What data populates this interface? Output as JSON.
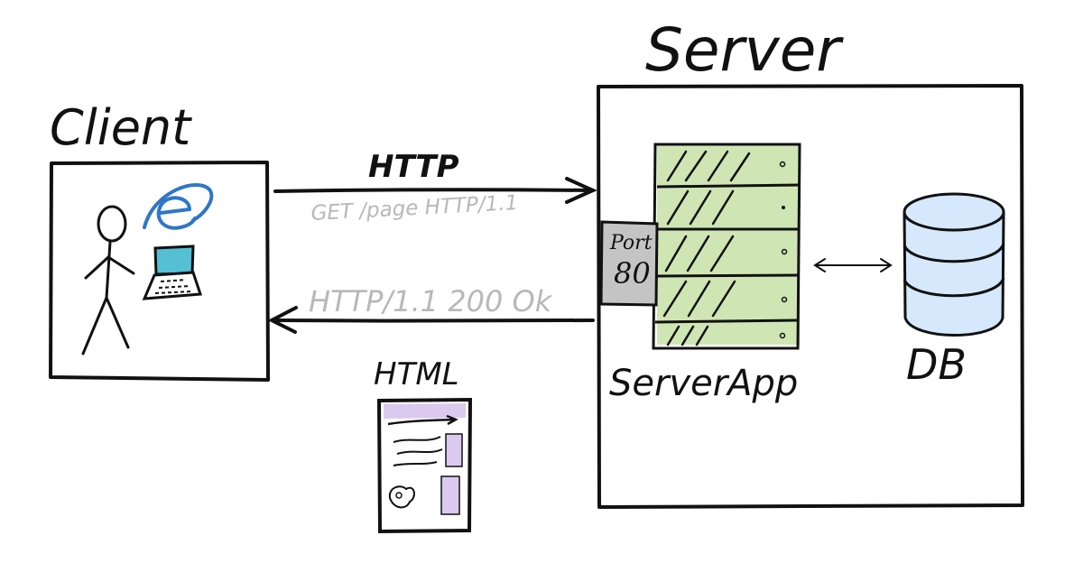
{
  "client": {
    "title": "Client"
  },
  "server": {
    "title": "Server"
  },
  "request": {
    "protocol": "HTTP",
    "line": "GET /page HTTP/1.1"
  },
  "response": {
    "line": "HTTP/1.1 200 Ok",
    "payload": "HTML"
  },
  "port": {
    "label": "Port",
    "number": "80"
  },
  "server_app": {
    "label": "ServerApp"
  },
  "db": {
    "label": "DB"
  },
  "colors": {
    "ink": "#111111",
    "faint_text": "#b8b8b8",
    "server_rack_fill": "#cfe6b4",
    "port_fill": "#c4c4c4",
    "db_fill": "#d6e8fb",
    "browser_logo": "#2f76c7",
    "laptop_screen": "#55c0d3",
    "page_accent": "#dcc9f0"
  },
  "icons": [
    "stick-figure-icon",
    "browser-logo-icon",
    "laptop-icon",
    "database-icon",
    "server-rack-icon",
    "html-page-icon"
  ]
}
